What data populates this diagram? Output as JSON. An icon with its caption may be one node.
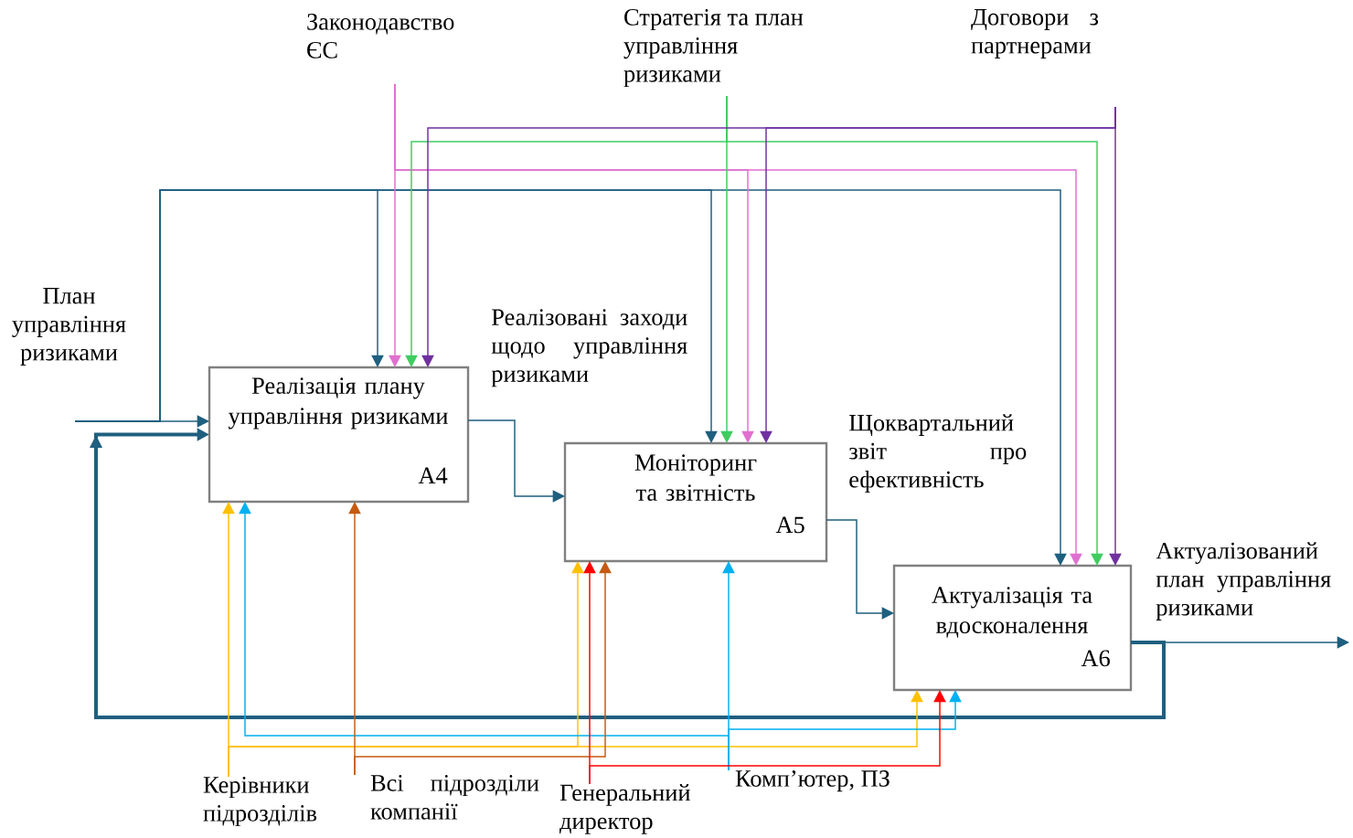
{
  "diagram": {
    "nodes": [
      {
        "text": [
          "Законодавство ЄС"
        ]
      },
      {
        "text": [
          "Стратегія та план управління ризиками"
        ]
      },
      {
        "text": [
          "Договори з партнерами"
        ]
      },
      {
        "text": [
          "План управління ризиками"
        ]
      },
      {
        "text": [
          "Реалізація плану управління ризиками",
          "A4"
        ]
      },
      {
        "text": [
          "Моніторинг та звітність",
          "A5"
        ]
      },
      {
        "text": [
          "Актуалізація та вдосконалення",
          "A6"
        ]
      },
      {
        "text": [
          "Керівники підрозділів"
        ]
      },
      {
        "text": [
          "Всі підрозділи компанії"
        ]
      },
      {
        "text": [
          "Генеральний директор"
        ]
      },
      {
        "text": [
          "Комп’ютер, ПЗ"
        ]
      }
    ],
    "edges": [
      {
        "from": 3,
        "to": 4,
        "arrow": "to"
      },
      {
        "from": 3,
        "to": 4,
        "arrow": "to"
      },
      {
        "from": 3,
        "to": 5,
        "arrow": "to"
      },
      {
        "from": 3,
        "to": 6,
        "arrow": "to"
      },
      {
        "from": 0,
        "to": 4,
        "arrow": "to",
        "color": "#e070d0"
      },
      {
        "from": 0,
        "to": 5,
        "arrow": "to",
        "color": "#e070d0"
      },
      {
        "from": 0,
        "to": 6,
        "arrow": "to",
        "color": "#e070d0"
      },
      {
        "from": 1,
        "to": 4,
        "arrow": "to",
        "color": "#40cc60"
      },
      {
        "from": 1,
        "to": 5,
        "arrow": "to",
        "color": "#40cc60"
      },
      {
        "from": 1,
        "to": 6,
        "arrow": "to",
        "color": "#40cc60"
      },
      {
        "from": 2,
        "to": 4,
        "arrow": "to",
        "color": "#7030a0"
      },
      {
        "from": 2,
        "to": 5,
        "arrow": "to",
        "color": "#7030a0"
      },
      {
        "from": 2,
        "to": 6,
        "arrow": "to",
        "color": "#7030a0"
      },
      {
        "from": 4,
        "to": 5,
        "arrow": "to",
        "label": "Реалізовані заходи щодо управління ризиками"
      },
      {
        "from": 5,
        "to": 6,
        "arrow": "to",
        "label": "Щоквартальний звіт про ефективність"
      },
      {
        "from": 6,
        "to": null,
        "arrow": "to",
        "label": "Актуалізований план управління ризиками"
      },
      {
        "from": 6,
        "to": 4,
        "arrow": "to",
        "style": "thick"
      },
      {
        "from": 7,
        "to": 4,
        "arrow": "to",
        "color": "#ffc000"
      },
      {
        "from": 7,
        "to": 5,
        "arrow": "to",
        "color": "#ffc000"
      },
      {
        "from": 7,
        "to": 6,
        "arrow": "to",
        "color": "#ffc000"
      },
      {
        "from": 10,
        "to": 4,
        "arrow": "to",
        "color": "#00b0f0"
      },
      {
        "from": 10,
        "to": 5,
        "arrow": "to",
        "color": "#00b0f0"
      },
      {
        "from": 10,
        "to": 6,
        "arrow": "to",
        "color": "#00b0f0"
      },
      {
        "from": 8,
        "to": 4,
        "arrow": "to",
        "color": "#c55a11"
      },
      {
        "from": 8,
        "to": 5,
        "arrow": "to",
        "color": "#c55a11"
      },
      {
        "from": 9,
        "to": 5,
        "arrow": "to",
        "color": "#ff0000"
      },
      {
        "from": 9,
        "to": 6,
        "arrow": "to",
        "color": "#ff0000"
      }
    ]
  }
}
